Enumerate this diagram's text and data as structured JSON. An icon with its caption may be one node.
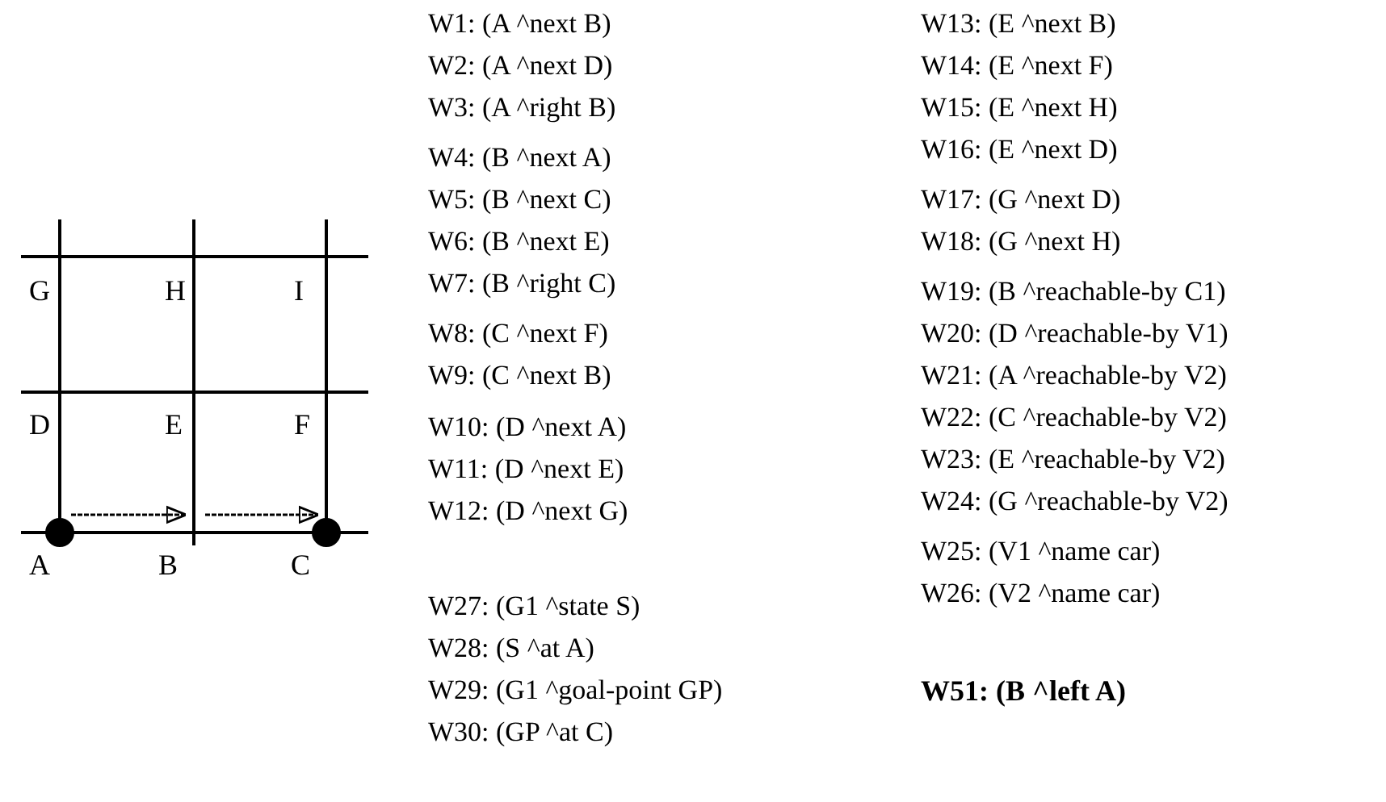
{
  "diagram": {
    "labels": [
      "G",
      "H",
      "I",
      "D",
      "E",
      "F",
      "A",
      "B",
      "C",
      "W1: (A ^next B)",
      "W2: (A ^next D)",
      "W3: (A ^right B)",
      "W4: (B ^next A)",
      "W5: (B ^next C)",
      "W6: (B ^next E)",
      "W7: (B ^right C)",
      "W8: (C ^next F)",
      "W9: (C ^next B)",
      "W10: (D ^next A)",
      "W11: (D ^next E)",
      "W12: (D ^next G)",
      "W27: (G1 ^state S)",
      "W28: (S ^at A)",
      "W29: (G1 ^goal-point GP)",
      "W30: (GP ^at C)",
      "W13: (E ^next B)",
      "W14: (E ^next F)",
      "W15: (E ^next H)",
      "W16: (E ^next D)",
      "W17: (G ^next D)",
      "W18: (G ^next H)",
      "W19: (B ^reachable-by C1)",
      "W20: (D ^reachable-by V1)",
      "W21: (A ^reachable-by V2)",
      "W22: (C ^reachable-by V2)",
      "W23: (E ^reachable-by V2)",
      "W24: (G ^reachable-by V2)",
      "W25: (V1 ^name car)",
      "W26: (V2 ^name car)",
      "W51: (B ^left A)"
    ]
  }
}
